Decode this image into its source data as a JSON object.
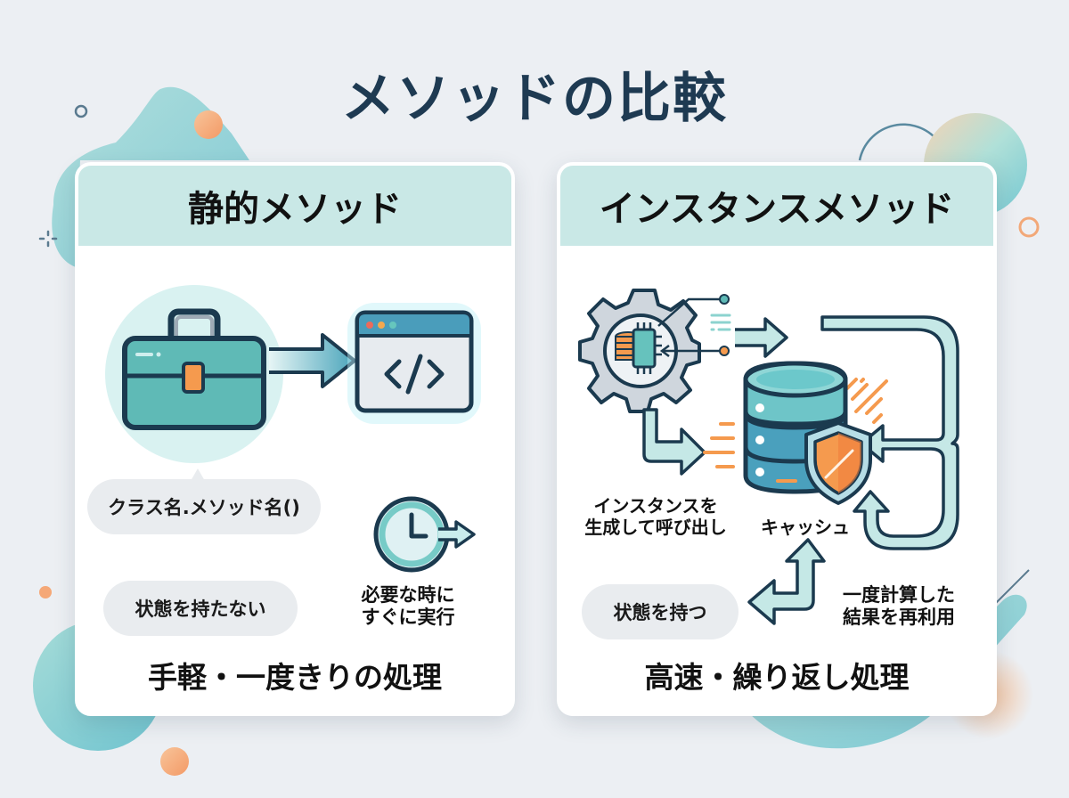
{
  "title": "メソッドの比較",
  "colors": {
    "title": "#1e3a52",
    "header_bg": "#c9e8e6",
    "teal": "#5bbdbb",
    "dark_outline": "#1b3a4f",
    "orange": "#f59a4e",
    "pill_bg": "#e9ecef"
  },
  "static_card": {
    "header": "静的メソッド",
    "icons": [
      "briefcase-icon",
      "arrow-right-icon",
      "code-window-icon",
      "clock-forward-icon"
    ],
    "call_syntax": "クラス名.メソッド名()",
    "state_pill": "状態を持たない",
    "execution_label_line1": "必要な時に",
    "execution_label_line2": "すぐに実行",
    "footer": "手軽・一度きりの処理"
  },
  "instance_card": {
    "header": "インスタンスメソッド",
    "icons": [
      "gear-chip-icon",
      "database-icon",
      "shield-icon",
      "loop-arrow-icon",
      "return-arrow-icon"
    ],
    "create_label_line1": "インスタンスを",
    "create_label_line2": "生成して呼び出し",
    "cache_label": "キャッシュ",
    "state_pill": "状態を持つ",
    "reuse_label_line1": "一度計算した",
    "reuse_label_line2": "結果を再利用",
    "footer": "高速・繰り返し処理"
  }
}
